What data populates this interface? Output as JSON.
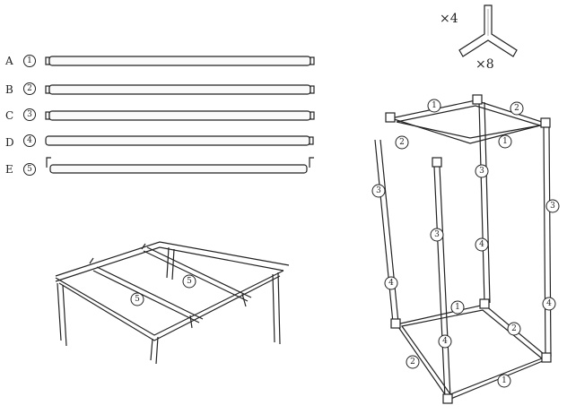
{
  "parts": [
    {
      "letter": "A",
      "number": "1"
    },
    {
      "letter": "B",
      "number": "2"
    },
    {
      "letter": "C",
      "number": "3"
    },
    {
      "letter": "D",
      "number": "4"
    },
    {
      "letter": "E",
      "number": "5"
    }
  ],
  "connectors": {
    "three_way_count": "×4",
    "corner_count": "×8"
  },
  "canopy_labels": [
    "5",
    "5"
  ],
  "frame_labels": {
    "top": [
      "1",
      "2",
      "2",
      "1"
    ],
    "uprights": [
      "3",
      "3",
      "3",
      "3",
      "4",
      "4",
      "4",
      "4"
    ],
    "bottom": [
      "1",
      "2",
      "2",
      "1"
    ]
  }
}
